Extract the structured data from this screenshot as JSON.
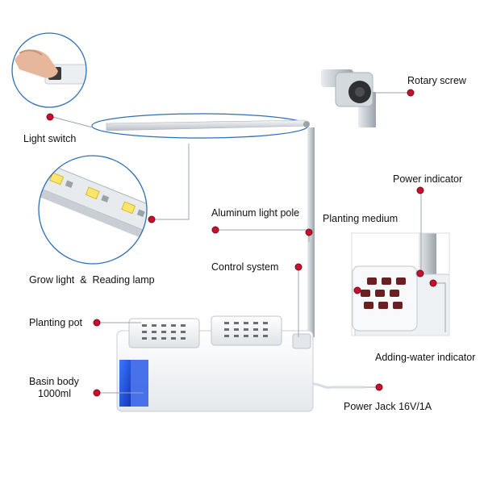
{
  "colors": {
    "leader": "#9aa6b2",
    "dot": "#c8102e",
    "dot_ring": "#7a0a1a",
    "callout_ring": "#2f6eb5",
    "panel": "#1e4fd6",
    "body": "#f4f6f8",
    "body_edge": "#c9ced4",
    "pole": "#cfd4da",
    "led": "#ffe56b"
  },
  "labels": {
    "light_switch": "Light switch",
    "rotary_screw": "Rotary screw",
    "power_indicator": "Power indicator",
    "aluminum_light_pole": "Aluminum light pole",
    "planting_medium": "Planting medium",
    "grow_reading_lamp": "Grow light  &  Reading lamp",
    "control_system": "Control system",
    "planting_pot": "Planting pot",
    "adding_water_indicator": "Adding-water indicator",
    "basin_body_line1": "Basin body",
    "basin_body_line2": "1000ml",
    "power_jack": "Power Jack 16V/1A"
  }
}
